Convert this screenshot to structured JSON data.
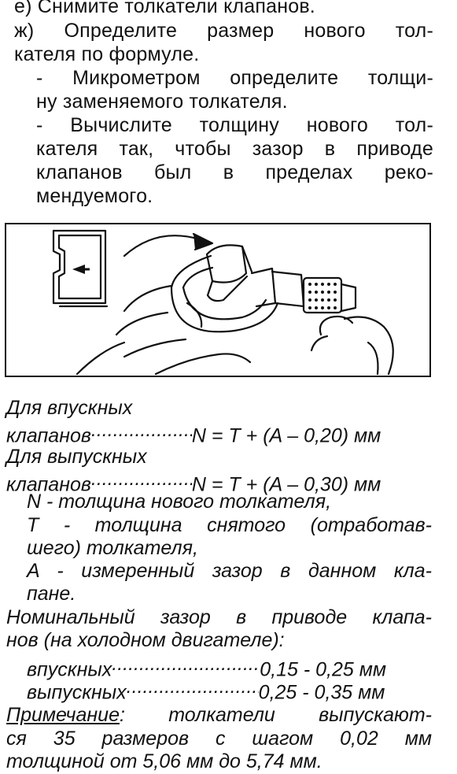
{
  "steps": {
    "e": "е) Снимите толкатели клапанов.",
    "zh_1": "ж) Определите размер нового тол-",
    "zh_2": "кателя по формуле.",
    "sub1_1": "- Микрометром определите толщи-",
    "sub1_2": "ну заменяемого толкателя.",
    "sub2_1": "- Вычислите толщину нового тол-",
    "sub2_2": "кателя так, чтобы зазор в приводе",
    "sub2_3": "клапанов был в пределах реко-",
    "sub2_4": "мендуемого."
  },
  "formulas": {
    "intake_label_1": "Для впускных",
    "intake_label_2": "клапанов",
    "intake_formula": "N = T + (A – 0,20) мм",
    "exhaust_label_1": "Для выпускных",
    "exhaust_label_2": "клапанов",
    "exhaust_formula": "N = T + (A – 0,30) мм"
  },
  "legend": {
    "n_line": "N - толщина нового толкателя,",
    "t_line_1": "T - толщина снятого (отработав-",
    "t_line_2": "шего) толкателя,",
    "a_line_1": "A - измеренный зазор в данном кла-",
    "a_line_2": "пане."
  },
  "nominal": {
    "line_1": "Номинальный зазор в приводе клапа-",
    "line_2": "нов (на холодном двигателе):",
    "intake_label": "впускных",
    "intake_value": "0,15 - 0,25 мм",
    "exhaust_label": "выпускных",
    "exhaust_value": "0,25 - 0,35 мм"
  },
  "note": {
    "label": "Примечание",
    "text_1": ": толкатели выпускают-",
    "text_2": "ся 35 размеров с шагом 0,02 мм",
    "text_3": "толщиной от 5,06 мм до 5,74 мм."
  },
  "colors": {
    "ink": "#111111",
    "paper": "#ffffff"
  }
}
